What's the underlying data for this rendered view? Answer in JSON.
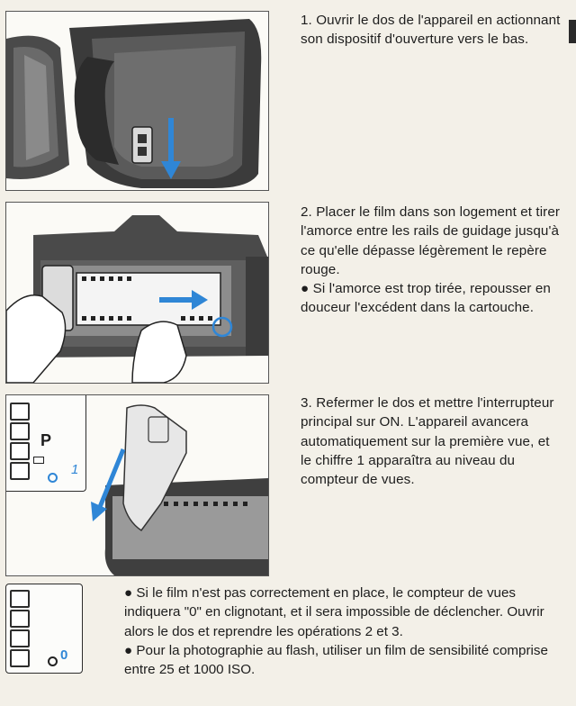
{
  "steps": [
    {
      "number": "1.",
      "text": "Ouvrir le dos de l'appareil en actionnant son dispositif d'ouverture vers le bas."
    },
    {
      "number": "2.",
      "text": "Placer le film dans son logement et tirer l'amorce entre les rails de guidage jusqu'à ce qu'elle dépasse légèrement le repère rouge.",
      "bullet": "Si l'amorce est trop tirée, repousser en douceur l'excédent dans la cartouche."
    },
    {
      "number": "3.",
      "text": "Refermer le dos et mettre l'interrupteur principal sur ON. L'appareil avancera automatiquement sur la première vue, et le chiffre 1 apparaîtra au niveau du compteur de vues."
    }
  ],
  "notes": [
    "Si le film n'est pas correctement en place, le compteur de vues indiquera \"0\" en clignotant, et il sera impossible de déclencher. Ouvrir alors le dos et reprendre les opérations 2 et 3.",
    "Pour la photographie au flash, utiliser un film de sensibilité comprise entre 25 et 1000 ISO."
  ],
  "lcd": {
    "mode_letter": "P",
    "counter_step3": "1",
    "counter_note": "0"
  },
  "colors": {
    "accent_blue": "#2f86d6",
    "ink": "#1d1d1d",
    "paper": "#f3f0e8"
  }
}
